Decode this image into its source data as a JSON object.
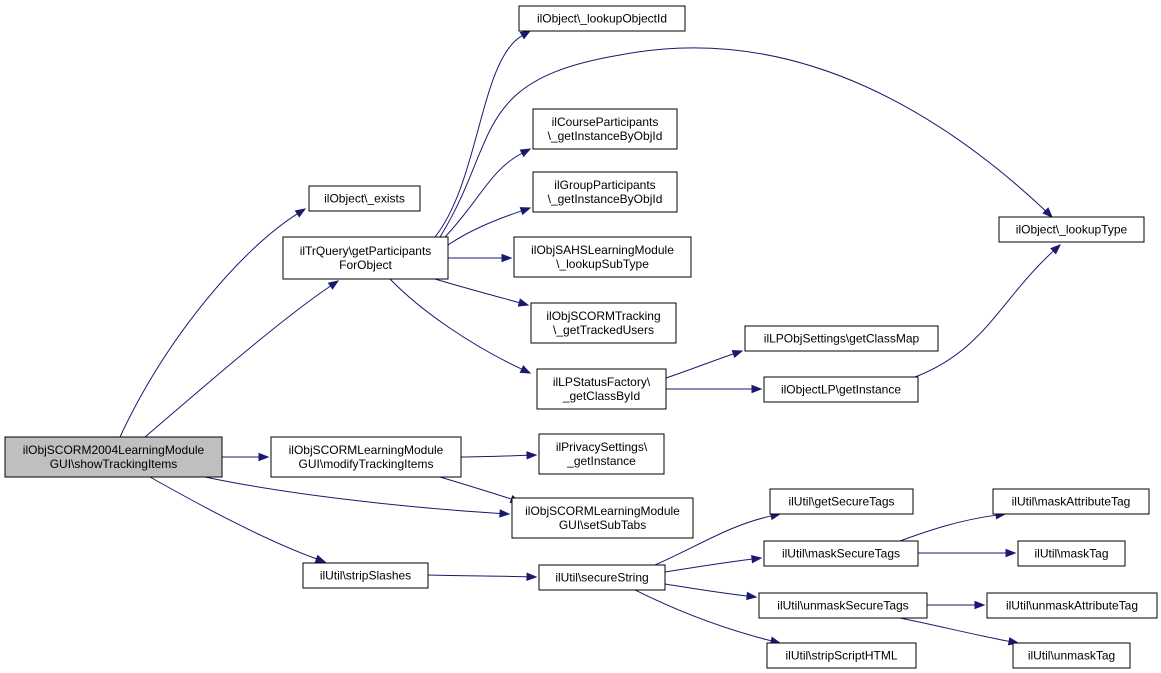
{
  "colors": {
    "edge": "#191970",
    "root_fill": "#bfbfbf",
    "node_fill": "#ffffff",
    "node_border": "#000000"
  },
  "nodes": [
    {
      "id": "root",
      "lines": [
        "ilObjSCORM2004LearningModule",
        "GUI\\showTrackingItems"
      ]
    },
    {
      "id": "exists",
      "lines": [
        "ilObject\\_exists"
      ]
    },
    {
      "id": "getParticipants",
      "lines": [
        "ilTrQuery\\getParticipants",
        "ForObject"
      ]
    },
    {
      "id": "modifyTracking",
      "lines": [
        "ilObjSCORMLearningModule",
        "GUI\\modifyTrackingItems"
      ]
    },
    {
      "id": "stripSlashes",
      "lines": [
        "ilUtil\\stripSlashes"
      ]
    },
    {
      "id": "lookupObjectId",
      "lines": [
        "ilObject\\_lookupObjectId"
      ]
    },
    {
      "id": "courseParticipants",
      "lines": [
        "ilCourseParticipants",
        "\\_getInstanceByObjId"
      ]
    },
    {
      "id": "groupParticipants",
      "lines": [
        "ilGroupParticipants",
        "\\_getInstanceByObjId"
      ]
    },
    {
      "id": "sahsLookupSubType",
      "lines": [
        "ilObjSAHSLearningModule",
        "\\_lookupSubType"
      ]
    },
    {
      "id": "scormTracking",
      "lines": [
        "ilObjSCORMTracking",
        "\\_getTrackedUsers"
      ]
    },
    {
      "id": "lpStatusFactory",
      "lines": [
        "ilLPStatusFactory\\",
        "_getClassById"
      ]
    },
    {
      "id": "privacySettings",
      "lines": [
        "ilPrivacySettings\\",
        "_getInstance"
      ]
    },
    {
      "id": "setSubTabs",
      "lines": [
        "ilObjSCORMLearningModule",
        "GUI\\setSubTabs"
      ]
    },
    {
      "id": "secureString",
      "lines": [
        "ilUtil\\secureString"
      ]
    },
    {
      "id": "lpObjSettings",
      "lines": [
        "ilLPObjSettings\\getClassMap"
      ]
    },
    {
      "id": "objectLP",
      "lines": [
        "ilObjectLP\\getInstance"
      ]
    },
    {
      "id": "lookupType",
      "lines": [
        "ilObject\\_lookupType"
      ]
    },
    {
      "id": "getSecureTags",
      "lines": [
        "ilUtil\\getSecureTags"
      ]
    },
    {
      "id": "maskSecureTags",
      "lines": [
        "ilUtil\\maskSecureTags"
      ]
    },
    {
      "id": "unmaskSecureTags",
      "lines": [
        "ilUtil\\unmaskSecureTags"
      ]
    },
    {
      "id": "stripScriptHTML",
      "lines": [
        "ilUtil\\stripScriptHTML"
      ]
    },
    {
      "id": "maskAttributeTag",
      "lines": [
        "ilUtil\\maskAttributeTag"
      ]
    },
    {
      "id": "maskTag",
      "lines": [
        "ilUtil\\maskTag"
      ]
    },
    {
      "id": "unmaskAttributeTag",
      "lines": [
        "ilUtil\\unmaskAttributeTag"
      ]
    },
    {
      "id": "unmaskTag",
      "lines": [
        "ilUtil\\unmaskTag"
      ]
    }
  ],
  "edges": [
    {
      "from": "root",
      "to": "exists"
    },
    {
      "from": "root",
      "to": "getParticipants"
    },
    {
      "from": "root",
      "to": "modifyTracking"
    },
    {
      "from": "root",
      "to": "setSubTabs"
    },
    {
      "from": "root",
      "to": "stripSlashes"
    },
    {
      "from": "getParticipants",
      "to": "lookupObjectId"
    },
    {
      "from": "getParticipants",
      "to": "lookupType"
    },
    {
      "from": "getParticipants",
      "to": "courseParticipants"
    },
    {
      "from": "getParticipants",
      "to": "groupParticipants"
    },
    {
      "from": "getParticipants",
      "to": "sahsLookupSubType"
    },
    {
      "from": "getParticipants",
      "to": "scormTracking"
    },
    {
      "from": "getParticipants",
      "to": "lpStatusFactory"
    },
    {
      "from": "lpStatusFactory",
      "to": "lpObjSettings"
    },
    {
      "from": "lpStatusFactory",
      "to": "objectLP"
    },
    {
      "from": "objectLP",
      "to": "lookupType"
    },
    {
      "from": "modifyTracking",
      "to": "privacySettings"
    },
    {
      "from": "modifyTracking",
      "to": "setSubTabs"
    },
    {
      "from": "stripSlashes",
      "to": "secureString"
    },
    {
      "from": "secureString",
      "to": "getSecureTags"
    },
    {
      "from": "secureString",
      "to": "maskSecureTags"
    },
    {
      "from": "secureString",
      "to": "unmaskSecureTags"
    },
    {
      "from": "secureString",
      "to": "stripScriptHTML"
    },
    {
      "from": "maskSecureTags",
      "to": "maskAttributeTag"
    },
    {
      "from": "maskSecureTags",
      "to": "maskTag"
    },
    {
      "from": "unmaskSecureTags",
      "to": "unmaskAttributeTag"
    },
    {
      "from": "unmaskSecureTags",
      "to": "unmaskTag"
    }
  ]
}
